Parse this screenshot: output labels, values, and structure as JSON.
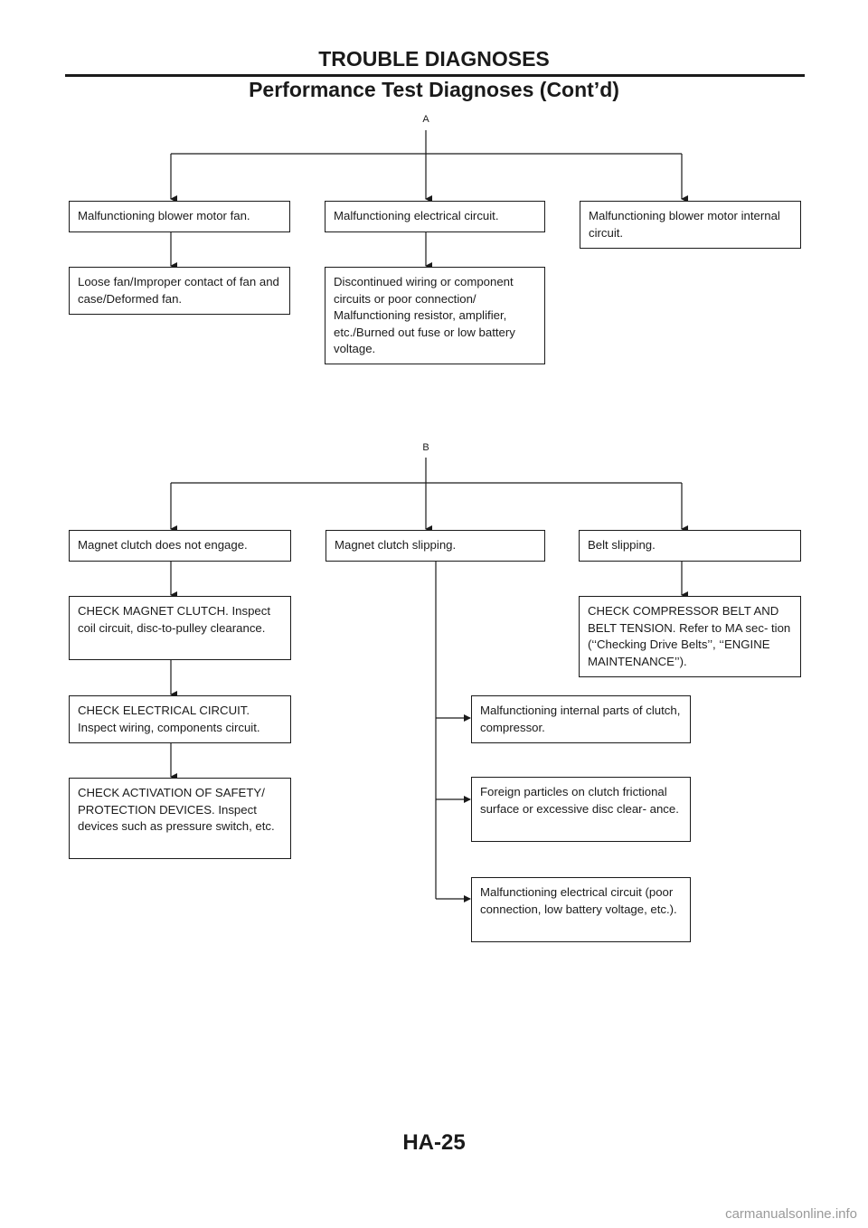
{
  "header": {
    "title": "TROUBLE DIAGNOSES",
    "subtitle": "Performance Test Diagnoses (Cont’d)"
  },
  "connectors": {
    "a": "A",
    "b": "B"
  },
  "flow_a": {
    "fan": "Malfunctioning blower motor fan.",
    "fan_cause": "Loose fan/Improper contact of fan and case/Deformed fan.",
    "electrical": "Malfunctioning electrical circuit.",
    "electrical_cause": "Discontinued wiring or component circuits or poor connection/ Malfunctioning resistor, amplifier, etc./Burned out fuse or low battery voltage.",
    "internal": "Malfunctioning blower motor internal circuit."
  },
  "flow_b": {
    "no_engage": "Magnet clutch does not engage.",
    "check_clutch": "CHECK MAGNET CLUTCH. Inspect coil circuit, disc-to-pulley clearance.",
    "check_electrical": "CHECK ELECTRICAL CIRCUIT. Inspect wiring, components circuit.",
    "check_safety": "CHECK ACTIVATION OF SAFETY/ PROTECTION DEVICES. Inspect devices such as pressure switch, etc.",
    "slipping": "Magnet clutch slipping.",
    "internal_parts": "Malfunctioning internal parts of clutch, compressor.",
    "foreign_particles": "Foreign particles on clutch frictional surface or excessive disc clear- ance.",
    "electrical_circuit": "Malfunctioning electrical circuit (poor connection, low battery voltage, etc.).",
    "belt_slipping": "Belt slipping.",
    "check_belt": "CHECK COMPRESSOR BELT AND BELT TENSION. Refer to MA sec- tion (‘‘Checking Drive Belts’’, ‘‘ENGINE MAINTENANCE’’)."
  },
  "footer": {
    "page": "HA-25"
  },
  "watermark": "carmanualsonline.info"
}
